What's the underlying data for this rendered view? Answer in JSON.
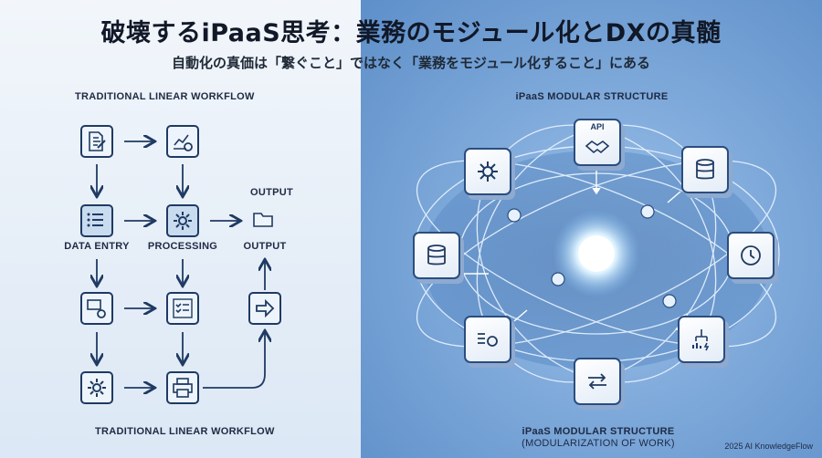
{
  "header": {
    "title": "破壊するiPaaS思考：業務のモジュール化とDXの真髄",
    "subtitle": "自動化の真価は「繋ぐこと」ではなく「業務をモジュール化すること」にある"
  },
  "left_panel": {
    "top_label": "TRADITIONAL LINEAR WORKFLOW",
    "bottom_label": "TRADITIONAL LINEAR WORKFLOW",
    "output_top_label": "OUTPUT",
    "row_labels": {
      "data_entry": "DATA ENTRY",
      "processing": "PROCESSING",
      "output": "OUTPUT"
    }
  },
  "right_panel": {
    "top_label": "iPaaS MODULAR STRUCTURE",
    "bottom_label": "iPaaS MODULAR STRUCTURE",
    "bottom_sublabel": "(MODULARIZATION OF WORK)",
    "api_label": "API"
  },
  "footer": {
    "credit": "2025 AI KnowledgeFlow"
  },
  "colors": {
    "ink": "#1f3a63",
    "accent_left_bg": "#dce8f5",
    "accent_right_bg": "#7ea9da"
  }
}
